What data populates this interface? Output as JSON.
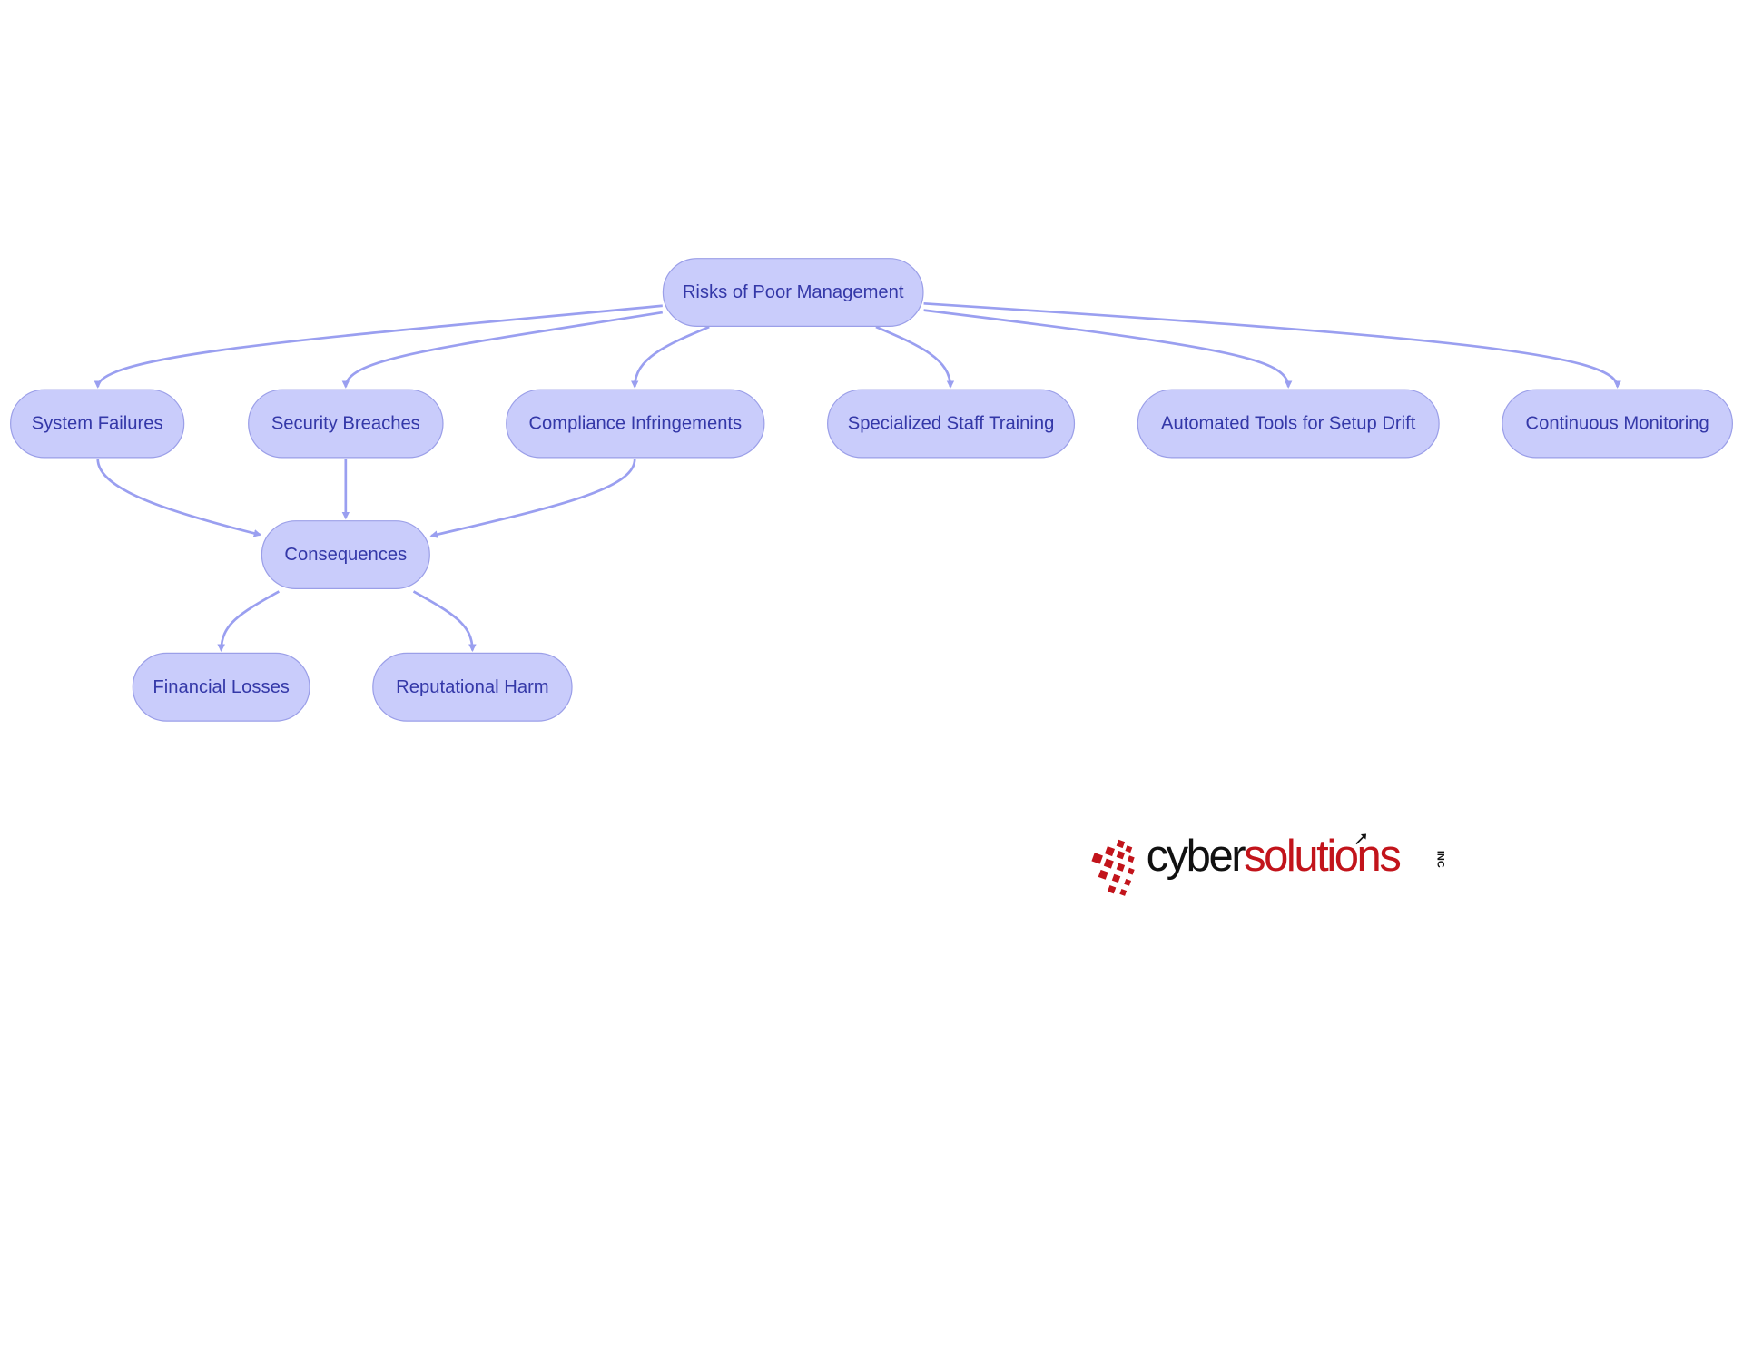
{
  "diagram": {
    "nodes": {
      "root": "Risks of Poor Management",
      "system_failures": "System Failures",
      "security_breaches": "Security Breaches",
      "compliance": "Compliance Infringements",
      "staff_training": "Specialized Staff Training",
      "automated_tools": "Automated Tools for Setup Drift",
      "monitoring": "Continuous Monitoring",
      "consequences": "Consequences",
      "financial_losses": "Financial Losses",
      "reputational_harm": "Reputational Harm"
    },
    "edges": [
      [
        "root",
        "system_failures"
      ],
      [
        "root",
        "security_breaches"
      ],
      [
        "root",
        "compliance"
      ],
      [
        "root",
        "staff_training"
      ],
      [
        "root",
        "automated_tools"
      ],
      [
        "root",
        "monitoring"
      ],
      [
        "system_failures",
        "consequences"
      ],
      [
        "security_breaches",
        "consequences"
      ],
      [
        "compliance",
        "consequences"
      ],
      [
        "consequences",
        "financial_losses"
      ],
      [
        "consequences",
        "reputational_harm"
      ]
    ],
    "colors": {
      "node_fill": "#c9ccfb",
      "node_border": "#9b9fe8",
      "node_text": "#3438a8",
      "edge": "#9a9ff0"
    }
  },
  "logo": {
    "part1": "cyber",
    "part2": "solutions",
    "suffix": "INC",
    "colors": {
      "part1": "#111111",
      "part2": "#c2141b"
    }
  }
}
